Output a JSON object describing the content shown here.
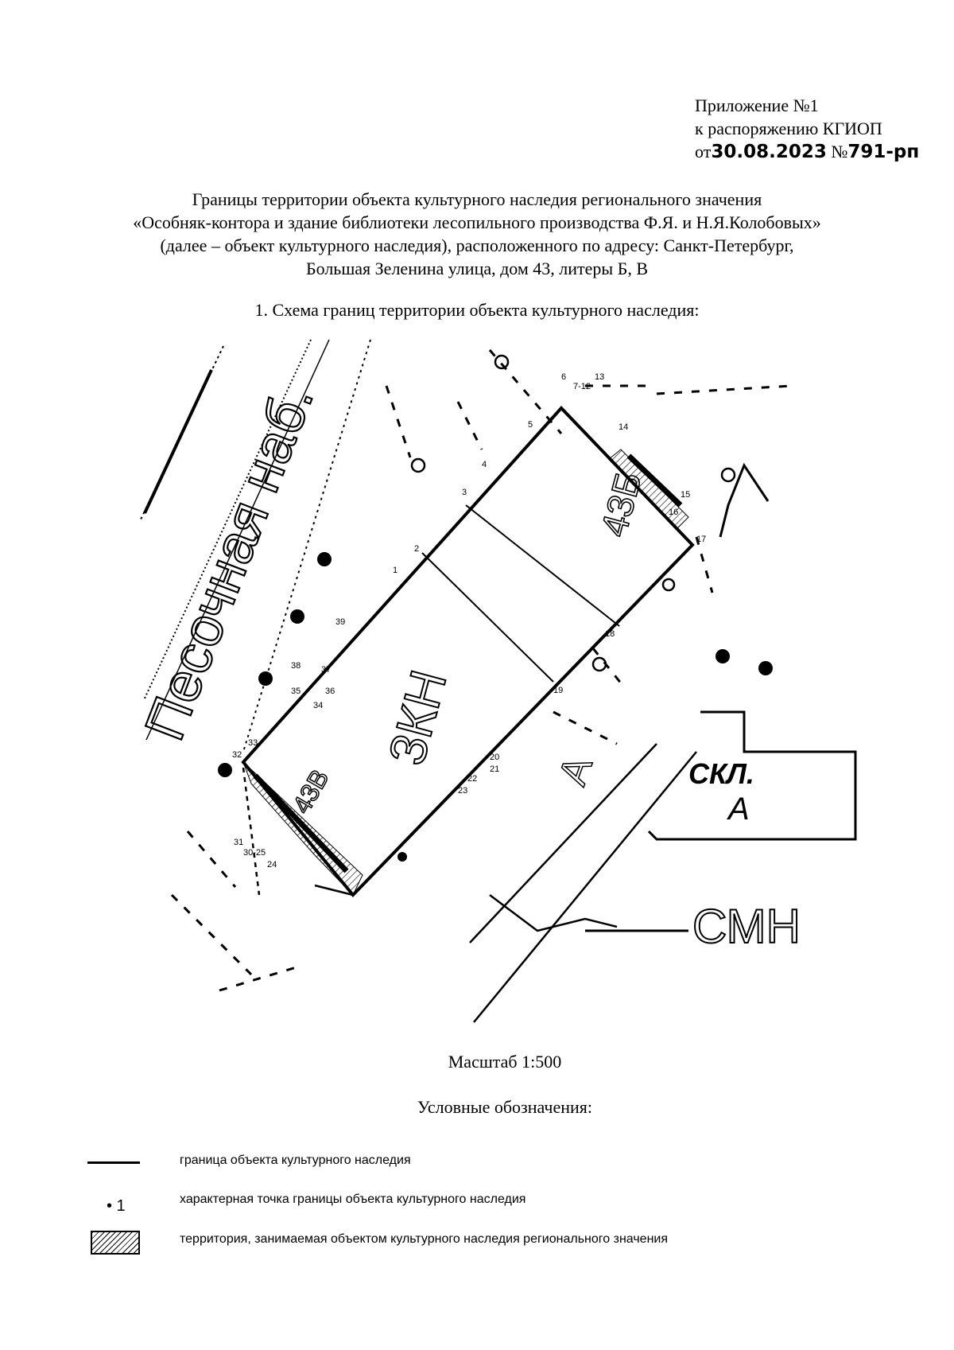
{
  "annex": {
    "line1": "Приложение №1",
    "line2": "к распоряжению КГИОП",
    "date_prefix": "от",
    "date": "30.08.2023",
    "num_prefix": "№",
    "number": "791-рп"
  },
  "title": {
    "line1": "Границы территории объекта культурного наследия регионального значения",
    "line2": "«Особняк-контора и здание библиотеки лесопильного производства Ф.Я. и Н.Я.Колобовых»",
    "line3": "(далее – объект культурного наследия), расположенного по адресу: Санкт-Петербург,",
    "line4": "Большая Зеленина улица, дом 43, литеры Б, В"
  },
  "section_heading": "1.   Схема границ территории объекта культурного наследия:",
  "map": {
    "street": "Песочная наб.",
    "building_main": "3КН",
    "building_b": "43Б",
    "building_v": "43В",
    "storage": "СКЛ.",
    "storage_letter": "А",
    "label_a": "А",
    "label_smn": "СМН",
    "point_labels": [
      "1",
      "2",
      "3",
      "4",
      "5",
      "6",
      "7-12",
      "13",
      "14",
      "15",
      "16",
      "17",
      "18",
      "19",
      "20",
      "21",
      "22",
      "23",
      "24",
      "30-25",
      "31",
      "32",
      "33",
      "34",
      "35",
      "36",
      "37",
      "38",
      "39"
    ]
  },
  "scale": "Масштаб 1:500",
  "legend": {
    "title": "Условные обозначения:",
    "items": [
      {
        "symbol": "line",
        "text": "граница объекта культурного наследия"
      },
      {
        "symbol": "point",
        "symbol_label": "• 1",
        "text": "характерная точка границы объекта культурного наследия"
      },
      {
        "symbol": "hatch",
        "text": "территория, занимаемая объектом культурного наследия регионального значения"
      }
    ]
  }
}
